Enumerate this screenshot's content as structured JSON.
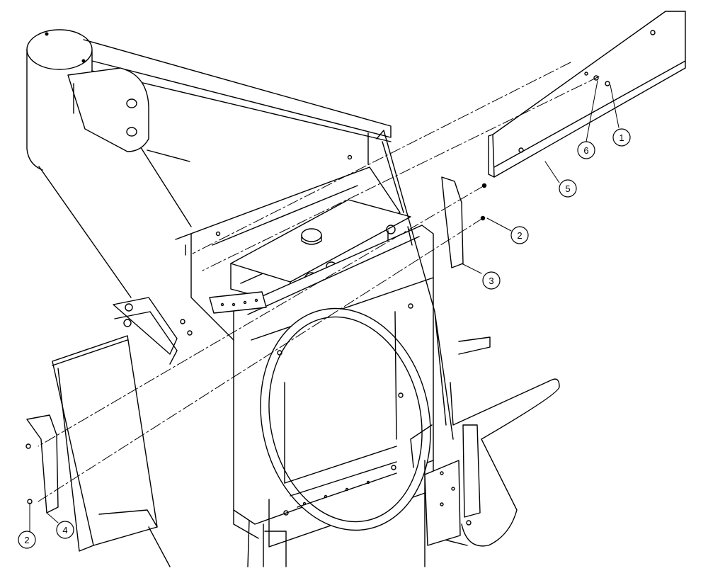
{
  "diagram": {
    "callouts": [
      {
        "id": "callout-1",
        "label": "1"
      },
      {
        "id": "callout-2a",
        "label": "2"
      },
      {
        "id": "callout-2b",
        "label": "2"
      },
      {
        "id": "callout-3",
        "label": "3"
      },
      {
        "id": "callout-4",
        "label": "4"
      },
      {
        "id": "callout-5",
        "label": "5"
      },
      {
        "id": "callout-6",
        "label": "6"
      }
    ]
  },
  "colors": {
    "line": "#000000",
    "background": "#ffffff"
  }
}
